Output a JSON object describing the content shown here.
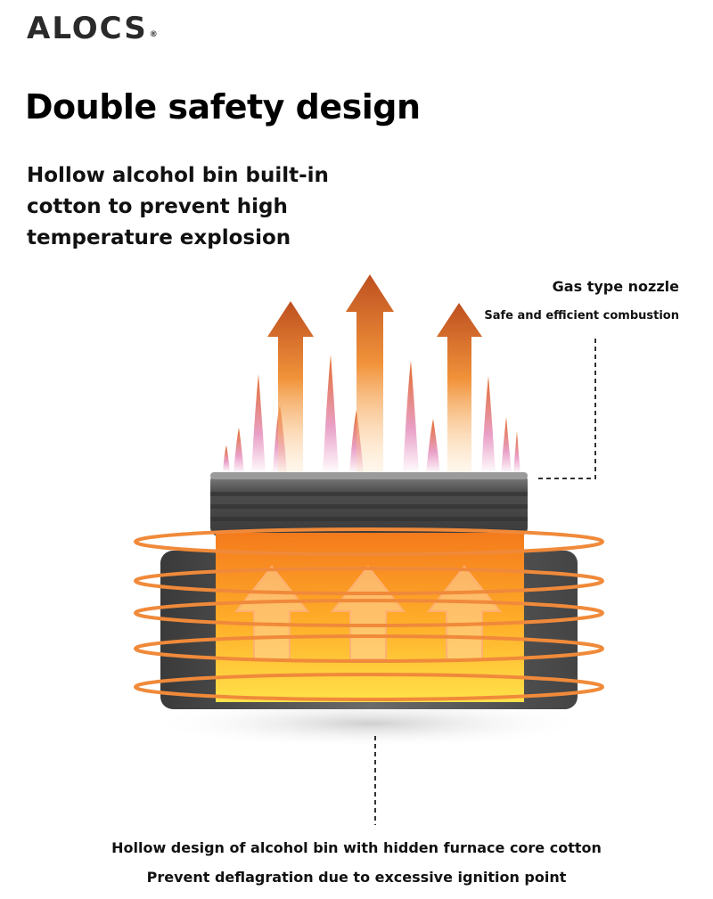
{
  "brand": {
    "name": "ALOCS",
    "trademark": "®"
  },
  "heading": {
    "title": "Double safety design",
    "subtitle": "Hollow alcohol bin built-in cotton to prevent high temperature explosion"
  },
  "callouts": {
    "nozzle_title": "Gas type nozzle",
    "nozzle_subtitle": "Safe and efficient combustion",
    "bin_title": "Hollow design of alcohol bin with hidden furnace core cotton",
    "bin_subtitle": "Prevent deflagration due to excessive ignition point"
  },
  "colors": {
    "flame_orange": "#f07a1a",
    "arrow_dark": "#c0480e",
    "body_gray": "#555555",
    "ring_orange": "#f08a3a",
    "core_yellow": "#ffcf2e"
  }
}
